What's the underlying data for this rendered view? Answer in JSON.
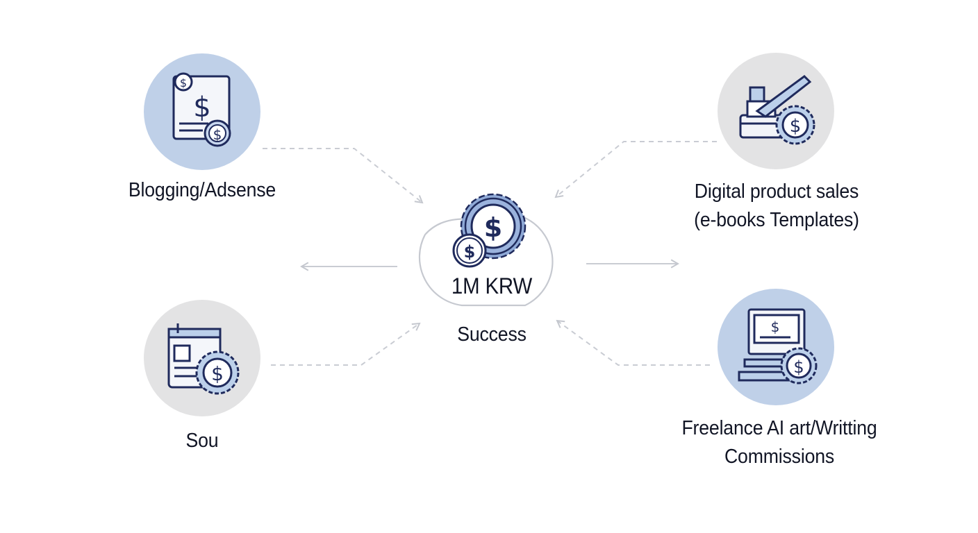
{
  "center": {
    "amount": "1M KRW",
    "caption": "Success"
  },
  "nodes": {
    "blogging": {
      "label": "Blogging/Adsense",
      "icon": "document-dollar-icon",
      "accent": "#bfd0e8"
    },
    "digital_products": {
      "label_line1": "Digital product sales",
      "label_line2": "(e-books Templates)",
      "icon": "stapler-dollar-icon",
      "accent": "#e3e3e4"
    },
    "sou": {
      "label": "Sou",
      "icon": "calendar-dollar-icon",
      "accent": "#e3e3e4"
    },
    "freelance": {
      "label_line1": "Freelance AI art/Writting",
      "label_line2": "Commissions",
      "icon": "computer-dollar-icon",
      "accent": "#bfd0e8"
    }
  },
  "colors": {
    "icon_stroke": "#1f2a5c",
    "icon_fill_blue": "#bcd0ea",
    "connector": "#c9ccd3",
    "currency_glyph": "$"
  }
}
